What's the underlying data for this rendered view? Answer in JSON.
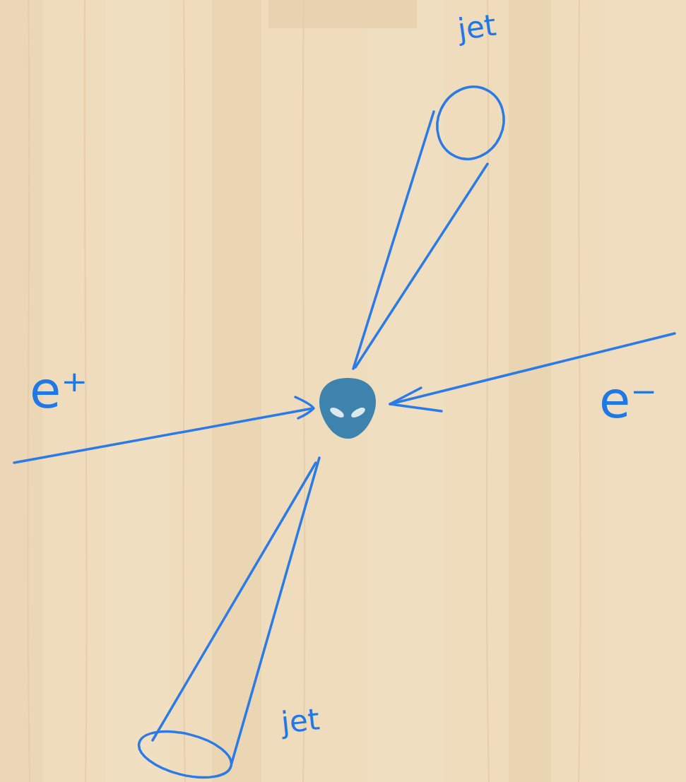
{
  "diagram": {
    "labels": [
      "jet",
      "e⁺",
      "e⁻",
      "jet"
    ]
  }
}
